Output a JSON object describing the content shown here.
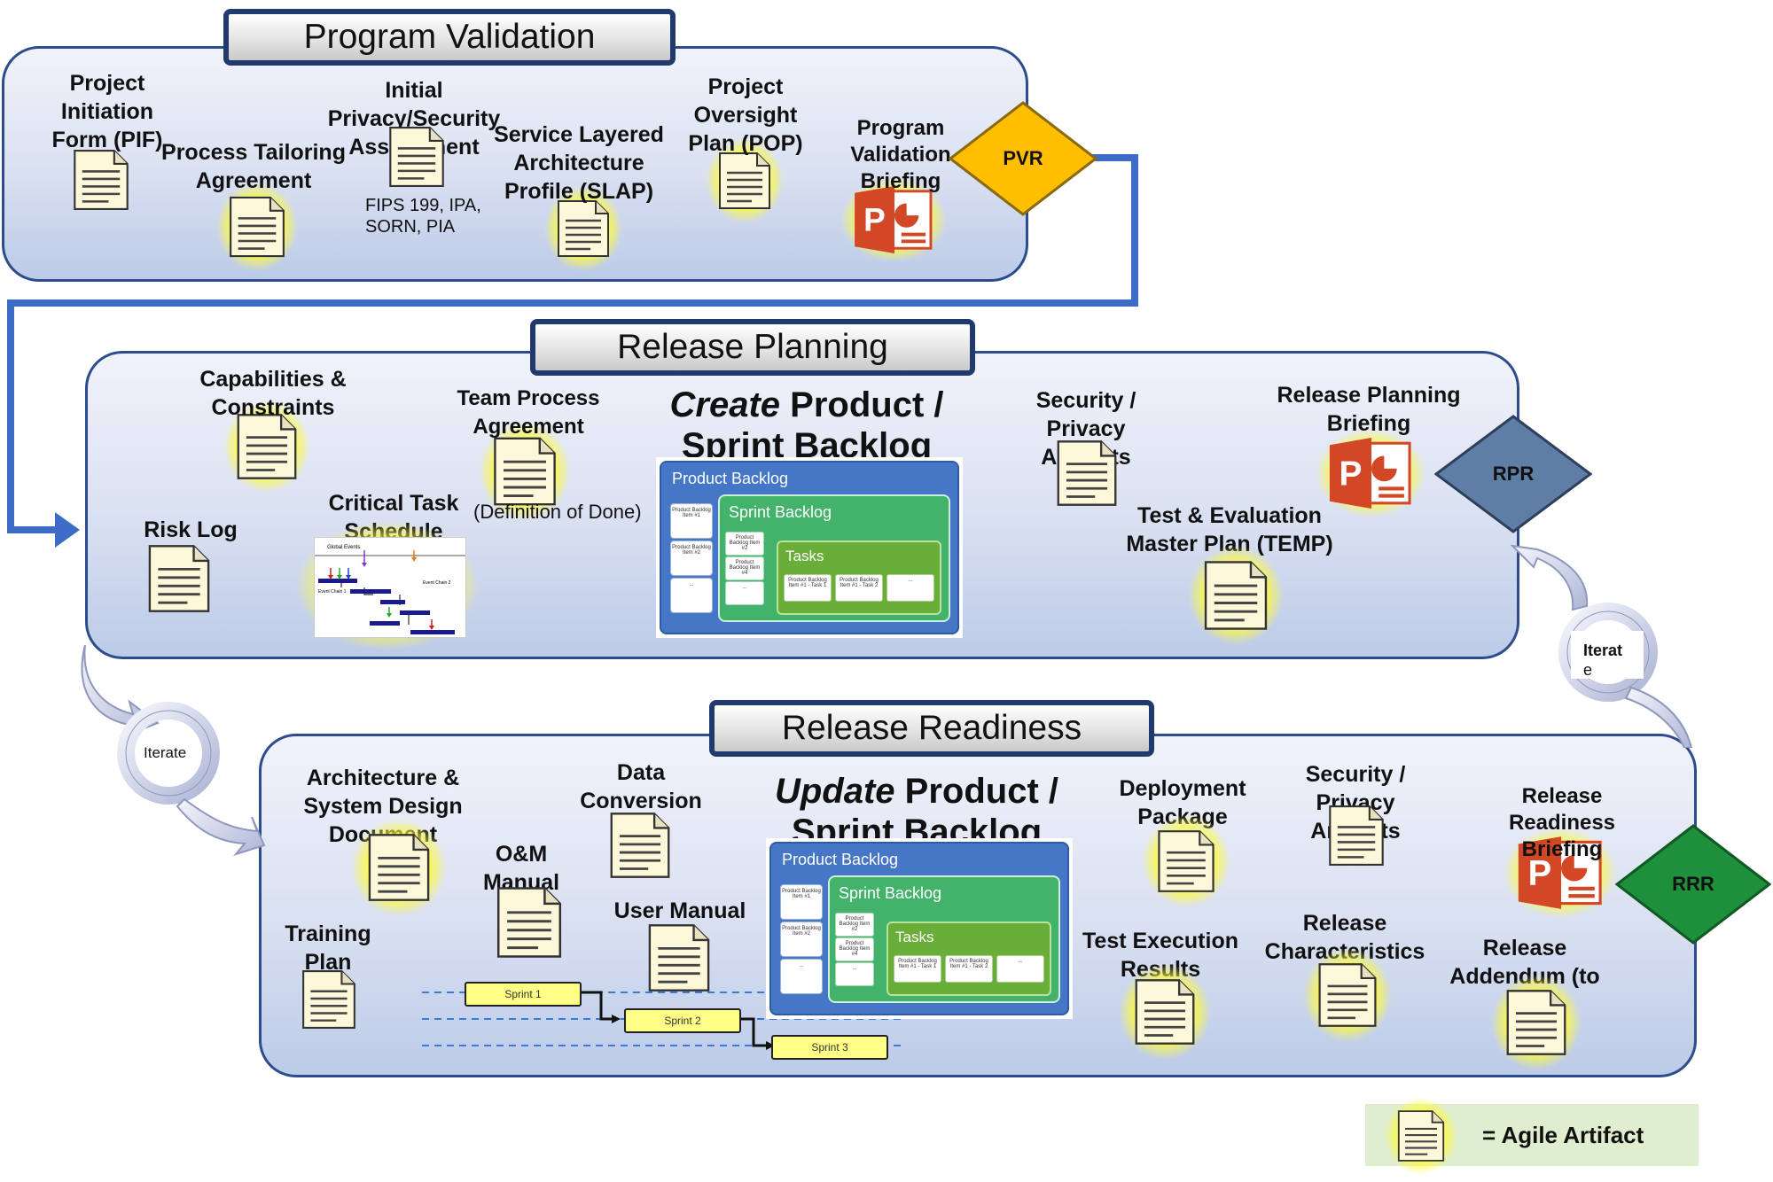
{
  "sections": {
    "program_validation": "Program Validation",
    "release_planning": "Release Planning",
    "release_readiness": "Release Readiness"
  },
  "program_validation": {
    "pif": "Project Initiation Form (PIF)",
    "pta": "Process Tailoring Agreement",
    "privacy": "Initial Privacy/Security Assessment",
    "privacy_note": "FIPS 199, IPA, SORN, PIA",
    "slap": "Service Layered Architecture Profile (SLAP)",
    "pop": "Project Oversight Plan (POP)",
    "briefing": "Program Validation Briefing",
    "gate": "PVR"
  },
  "release_planning": {
    "capabilities": "Capabilities & Constraints",
    "team_process": "Team Process Agreement",
    "definition_of_done": "(Definition of Done)",
    "create_heading_1": "Create",
    "create_heading_2": " Product / Sprint Backlog",
    "risk_log": "Risk Log",
    "critical_task": "Critical Task Schedule",
    "security": "Security / Privacy Artifacts",
    "briefing": "Release Planning Briefing",
    "temp": "Test & Evaluation Master Plan (TEMP)",
    "gate": "RPR",
    "gantt": {
      "global_events": "Global Events",
      "event_chain_1": "Event Chain 1",
      "event_chain_2": "Event Chain 2"
    }
  },
  "release_readiness": {
    "architecture": "Architecture & System Design Document",
    "data_conversion": "Data Conversion",
    "om_manual": "O&M Manual",
    "user_manual": "User Manual",
    "training_plan": "Training Plan",
    "update_heading_1": "Update",
    "update_heading_2": " Product / Sprint Backlog",
    "deployment": "Deployment Package",
    "security": "Security / Privacy Artifacts",
    "briefing": "Release Readiness Briefing",
    "test_execution": "Test Execution Results",
    "release_characteristics": "Release Characteristics",
    "addendum": "Release Addendum (to",
    "gate": "RRR",
    "sprints": [
      "Sprint 1",
      "Sprint 2",
      "Sprint 3"
    ]
  },
  "backlog": {
    "product_backlog": "Product Backlog",
    "sprint_backlog": "Sprint Backlog",
    "tasks": "Tasks",
    "pb_items": [
      "Product Backlog Item #1",
      "Product Backlog Item #2",
      "..."
    ],
    "sb_items": [
      "Product Backlog Item #2",
      "Product Backlog Item #4",
      "..."
    ],
    "task_items": [
      "Product Backlog Item #1 - Task 1",
      "Product Backlog Item #1 - Task 2",
      "..."
    ]
  },
  "iterate": {
    "left": "Iterate",
    "right_line1": "Iterat",
    "right_line2": "e"
  },
  "legend": {
    "label": "= Agile Artifact"
  },
  "colors": {
    "pvr": "#ffbf00",
    "rpr": "#5f7ea6",
    "rrr": "#1e8f3a",
    "connector": "#3d6cc6",
    "panel_border": "#2d4c8e",
    "glow": "#fffa3c"
  }
}
